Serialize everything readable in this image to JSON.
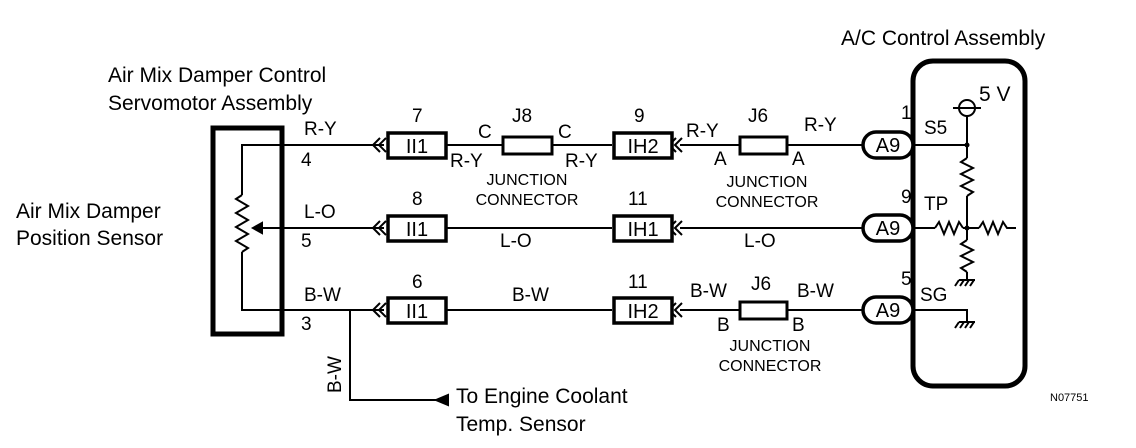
{
  "labels": {
    "ac_assembly": "A/C Control Assembly",
    "servo_line1": "Air Mix Damper Control",
    "servo_line2": "Servomotor Assembly",
    "sensor_line1": "Air Mix Damper",
    "sensor_line2": "Position Sensor",
    "to_line1": "To Engine Coolant",
    "to_line2": "Temp. Sensor",
    "figure_code": "N07751",
    "supply": "5 V",
    "jc_line1": "JUNCTION",
    "jc_line2": "CONNECTOR"
  },
  "servo_pins": [
    "4",
    "5",
    "3"
  ],
  "wires": {
    "ry": "R-Y",
    "lo": "L-O",
    "bw": "B-W"
  },
  "connectors": {
    "ii1": "II1",
    "ih1": "IH1",
    "ih2": "IH2",
    "a9": "A9",
    "j8": "J8",
    "j6": "J6"
  },
  "pins": {
    "ii1_ry": "7",
    "ii1_lo": "8",
    "ii1_bw": "6",
    "ih2_ry": "9",
    "ih1_lo": "11",
    "ih2_bw": "11",
    "a9_ry": "1",
    "a9_lo": "9",
    "a9_bw": "5"
  },
  "junction_terminals": {
    "j8": "C",
    "j6_top": "A",
    "j6_bottom": "B"
  },
  "terminals": [
    "S5",
    "TP",
    "SG"
  ]
}
